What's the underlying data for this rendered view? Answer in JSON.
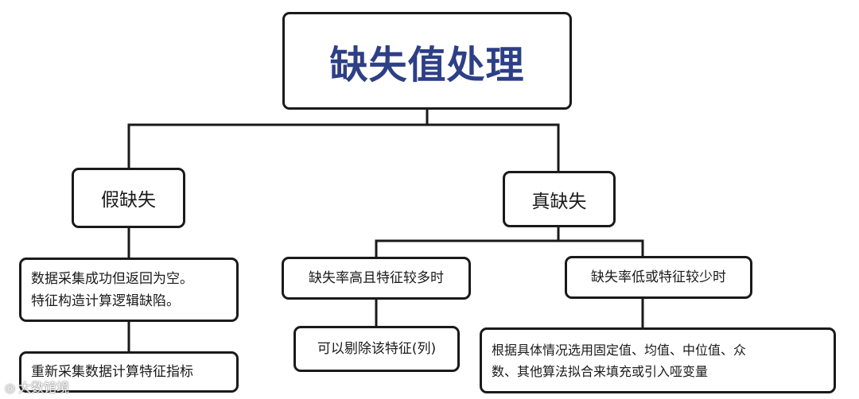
{
  "root": {
    "label": "缺失值处理"
  },
  "branches": {
    "false_missing": {
      "label": "假缺失",
      "cause": [
        "数据采集成功但返回为空。",
        "特征构造计算逻辑缺陷。"
      ],
      "action": "重新采集数据计算特征指标"
    },
    "true_missing": {
      "label": "真缺失",
      "high_rate": {
        "label": "缺失率高且特征较多时",
        "action": "可以剔除该特征(列)"
      },
      "low_rate": {
        "label": "缺失率低或特征较少时",
        "action": [
          "根据具体情况选用固定值、均值、中位值、众",
          "数、其他算法拟合来填充或引入哑变量"
        ]
      }
    }
  },
  "watermark": {
    "text": "大数馆境",
    "icon": "camera-icon"
  },
  "colors": {
    "line": "#1a1a1a",
    "root_text": "#2d3f86",
    "box_border": "#1a1a1a"
  }
}
